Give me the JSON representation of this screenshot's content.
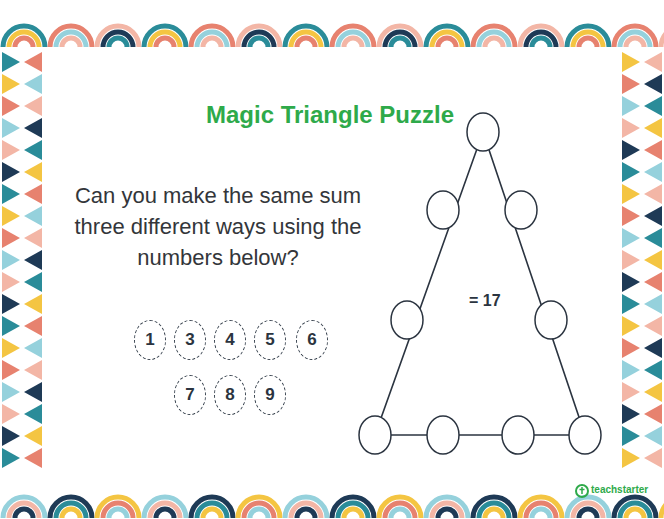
{
  "diagram": {
    "title": "Magic Triangle Puzzle",
    "nodes": [
      {
        "text": [
          "1"
        ]
      },
      {
        "text": [
          "3"
        ]
      },
      {
        "text": [
          "4"
        ]
      },
      {
        "text": [
          "5"
        ]
      },
      {
        "text": [
          "6"
        ]
      },
      {
        "text": [
          "7"
        ]
      },
      {
        "text": [
          "8"
        ]
      },
      {
        "text": [
          "9"
        ]
      },
      {
        "text": [
          "= 17"
        ]
      }
    ],
    "labels": [
      "Can you make the same sum three different ways using the numbers below?",
      "teachstarter"
    ]
  }
}
